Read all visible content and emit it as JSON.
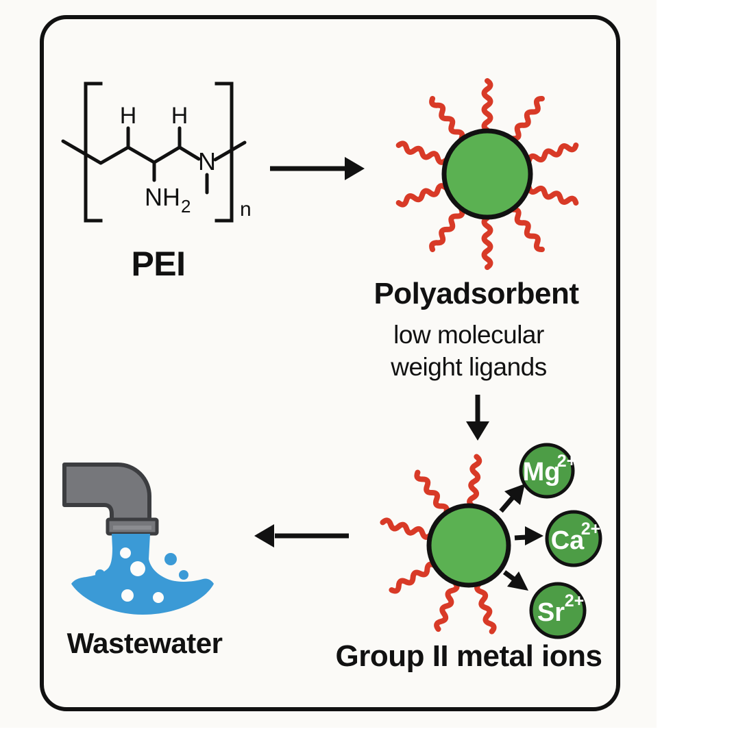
{
  "pei": {
    "label": "PEI",
    "h_left": "H",
    "h_right": "H",
    "nitrogen": "N",
    "amine": "NH",
    "amine_sub": "2",
    "repeat_sub": "n"
  },
  "polyadsorbent": {
    "title": "Polyadsorbent",
    "subtitle_line1": "low molecular",
    "subtitle_line2": "weight ligands"
  },
  "metal_ions": {
    "caption": "Group II metal ions",
    "items": [
      {
        "symbol": "Mg",
        "charge": "2+"
      },
      {
        "symbol": "Ca",
        "charge": "2+"
      },
      {
        "symbol": "Sr",
        "charge": "2+"
      }
    ]
  },
  "wastewater": {
    "label": "Wastewater"
  },
  "colors": {
    "ink": "#111111",
    "bg_canvas": "#fbfaf7",
    "red_ligand": "#d83a27",
    "green_particle": "#5bb152",
    "green_ion": "#4d9d46",
    "blue_water": "#3b9ad6",
    "gray_pipe": "#76777b",
    "gray_pipe_dark": "#3c3d40",
    "gray_collar_light": "#8b8c90"
  }
}
